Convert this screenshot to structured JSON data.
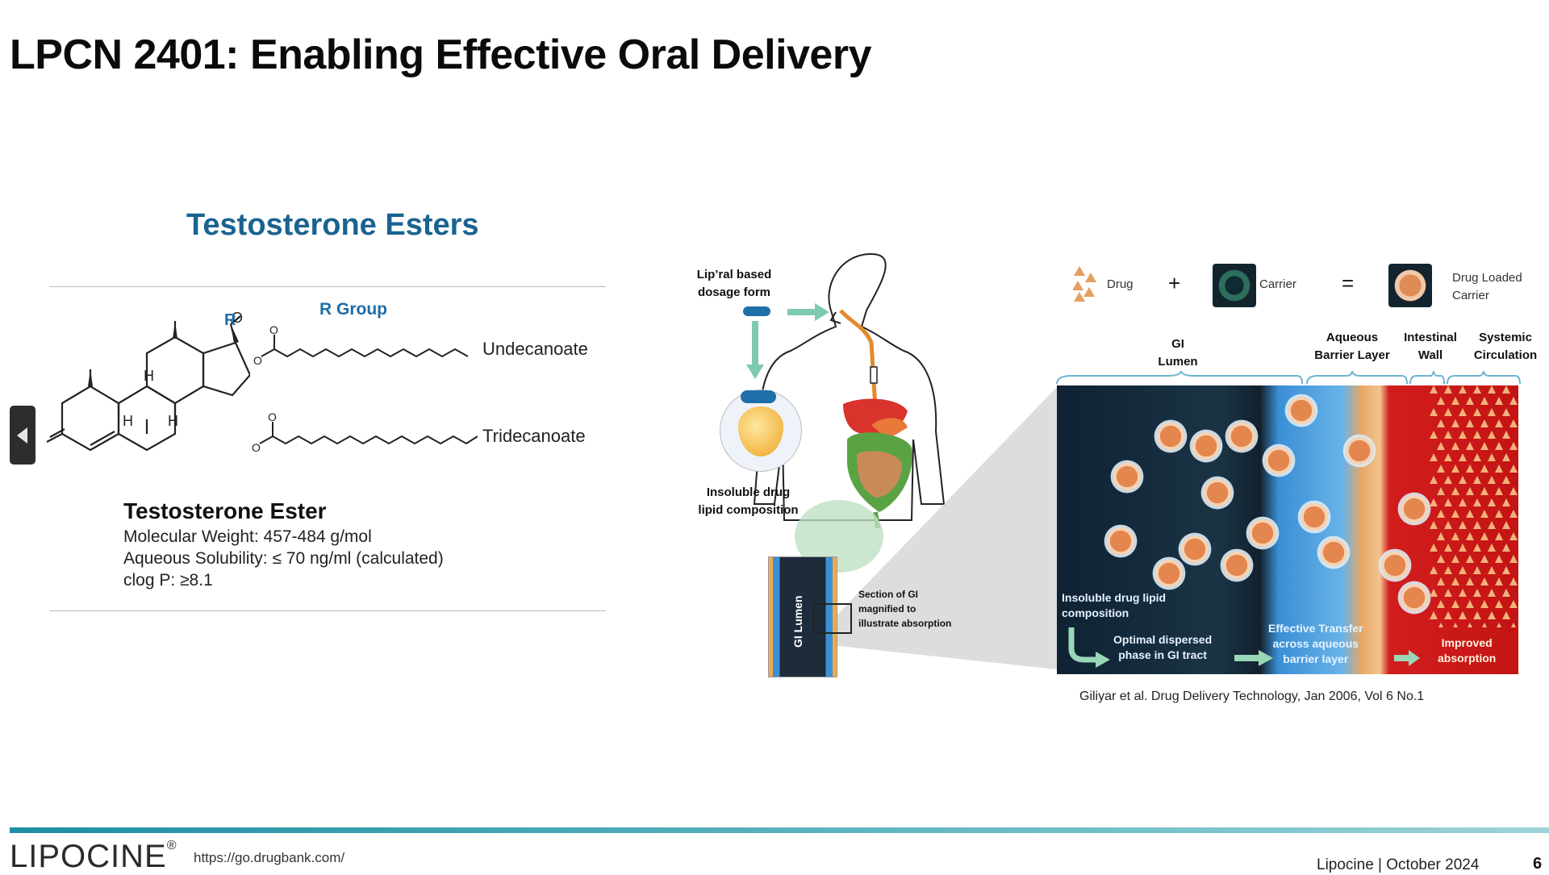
{
  "slide": {
    "title": "LPCN 2401: Enabling Effective Oral Delivery",
    "page_number": "6"
  },
  "esters": {
    "heading": "Testosterone Esters",
    "r_label": "R",
    "r_group_heading": "R Group",
    "items": [
      {
        "name": "Undecanoate"
      },
      {
        "name": "Tridecanoate"
      }
    ],
    "structure_labels": {
      "h": "H",
      "o": "O"
    },
    "info": {
      "title": "Testosterone Ester",
      "lines": [
        "Molecular Weight: 457-484 g/mol",
        "Aqueous Solubility: ≤ 70 ng/ml (calculated)",
        "clog P: ≥8.1"
      ]
    }
  },
  "figure": {
    "dosage_label": [
      "Lip’ral based",
      "dosage form"
    ],
    "insoluble_label": [
      "Insoluble drug",
      "lipid composition"
    ],
    "gi_lumen_vertical": "GI Lumen",
    "section_label": [
      "Section of GI",
      "magnified to",
      "illustrate absorption"
    ],
    "legend": {
      "drug": "Drug",
      "plus": "+",
      "carrier": "Carrier",
      "equals": "=",
      "loaded": [
        "Drug Loaded",
        "Carrier"
      ]
    },
    "regions": {
      "gi_lumen": [
        "GI",
        "Lumen"
      ],
      "aqueous": [
        "Aqueous",
        "Barrier Layer"
      ],
      "intestinal": [
        "Intestinal",
        "Wall"
      ],
      "systemic": [
        "Systemic",
        "Circulation"
      ]
    },
    "captions": {
      "insoluble": [
        "Insoluble drug lipid",
        "composition"
      ],
      "optimal": [
        "Optimal dispersed",
        "phase in GI tract"
      ],
      "effective": [
        "Effective Transfer",
        "across aqueous",
        "barrier layer"
      ],
      "improved": [
        "Improved",
        "absorption"
      ]
    },
    "citation": "Giliyar et al. Drug Delivery Technology, Jan 2006, Vol 6 No.1"
  },
  "footer": {
    "logo": "LIPOCINE",
    "logo_mark": "®",
    "source_url": "https://go.drugbank.com/",
    "company_date": "Lipocine | October 2024"
  },
  "colors": {
    "title": "#0b0b0b",
    "heading_blue": "#1a6391",
    "accent_teal": "#1f8ea3",
    "panel_dark": "#0e2233",
    "barrier_blue": "#3a8fd6",
    "wall_orange": "#e8a765",
    "circulation_red": "#d21d1d"
  },
  "icons": [
    "chevron-left-icon",
    "drug-triangles-icon",
    "carrier-icon",
    "drug-loaded-carrier-icon",
    "human-body-icon",
    "capsule-icon",
    "arrow-right-icon",
    "arrow-down-icon"
  ]
}
